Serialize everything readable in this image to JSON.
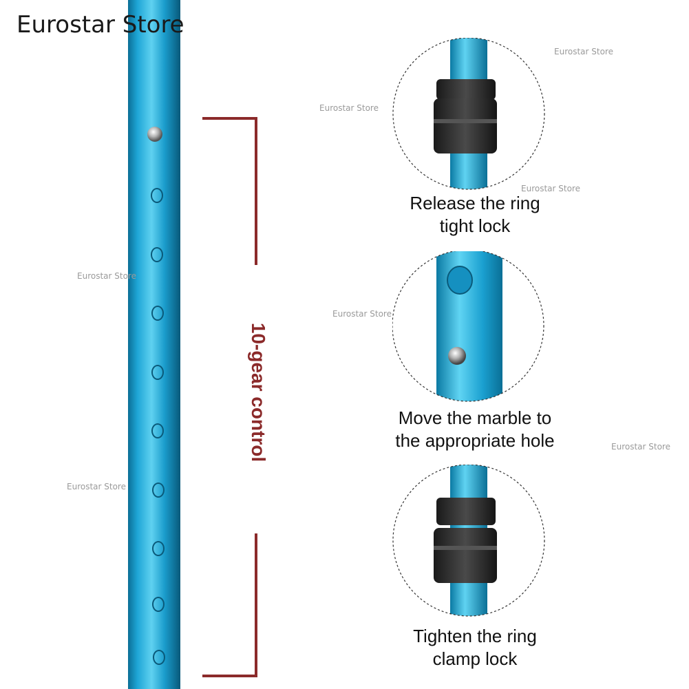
{
  "store": {
    "title": "Eurostar Store"
  },
  "watermarks": [
    "Eurostar Store",
    "Eurostar Store",
    "Eurostar Store",
    "Eurostar Store",
    "Eurostar Store",
    "Eurostar Store",
    "Eurostar Store"
  ],
  "bracket": {
    "label": "10-gear control",
    "color": "#8b2a2a"
  },
  "steps": [
    {
      "line1": "Release the ring",
      "line2": "tight lock"
    },
    {
      "line1": "Move the marble to",
      "line2": "the appropriate hole"
    },
    {
      "line1": "Tighten the ring",
      "line2": "clamp lock"
    }
  ],
  "colors": {
    "tube": "#1e9fcf",
    "ring": "#2a2a2a",
    "bracket": "#8b2a2a"
  }
}
